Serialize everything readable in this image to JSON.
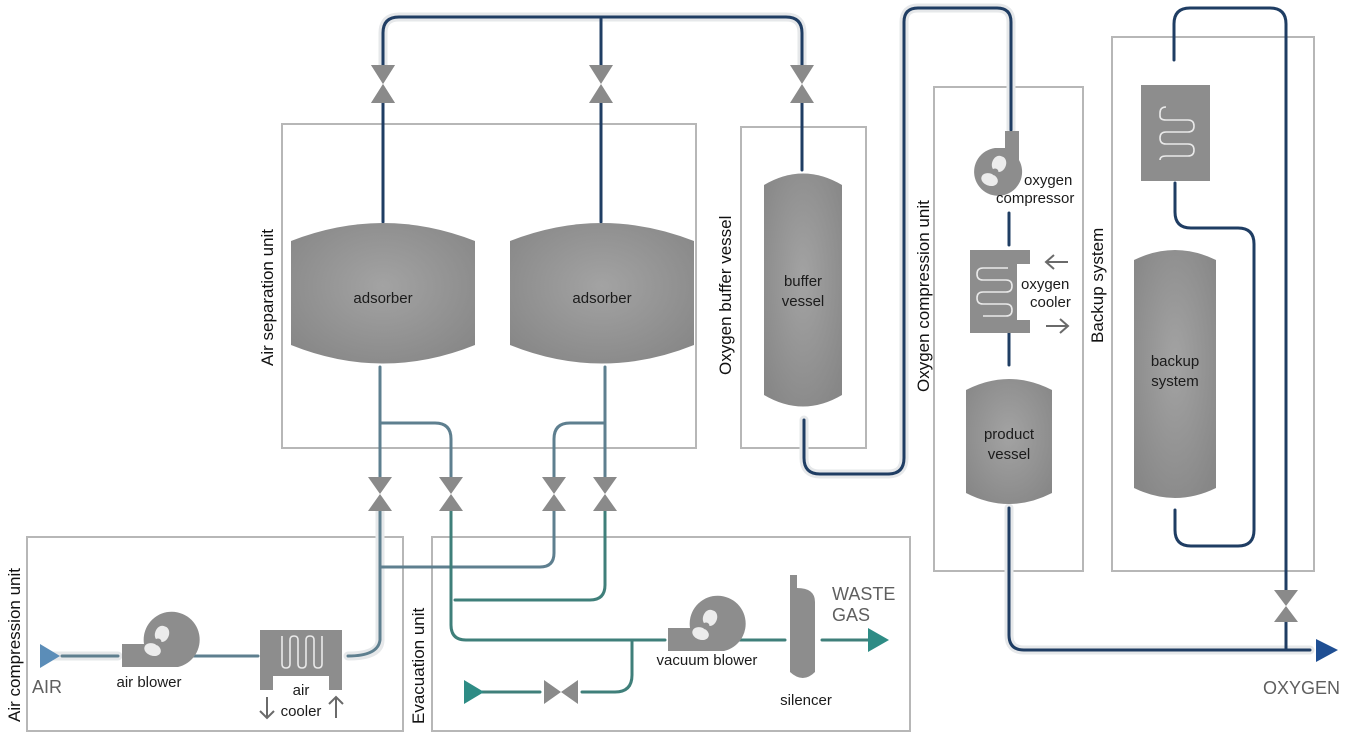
{
  "title": "Oxygen generation plant process flow diagram",
  "colors": {
    "oxygen_line": "#1f3d63",
    "air_line": "#5e7f8f",
    "evacuation_line": "#3f7f7a",
    "equipment": "#8d8d8d",
    "unit_border": "#b7b7b7",
    "air_inlet_arrow": "#5b8db8",
    "waste_arrow": "#2e8c85",
    "oxygen_arrow": "#1f4f93"
  },
  "units": {
    "air_compression": "Air compression unit",
    "air_separation": "Air separation unit",
    "evacuation": "Evacuation unit",
    "oxygen_buffer": "Oxygen buffer vessel",
    "oxygen_compression": "Oxygen compression unit",
    "backup": "Backup system"
  },
  "equipment": {
    "air_blower": "air blower",
    "air_cooler_line1": "air",
    "air_cooler_line2": "cooler",
    "adsorber_1": "adsorber",
    "adsorber_2": "adsorber",
    "buffer_vessel_line1": "buffer",
    "buffer_vessel_line2": "vessel",
    "vacuum_blower": "vacuum blower",
    "silencer": "silencer",
    "oxygen_compressor_line1": "oxygen",
    "oxygen_compressor_line2": "compressor",
    "oxygen_cooler_line1": "oxygen",
    "oxygen_cooler_line2": "cooler",
    "product_vessel_line1": "product",
    "product_vessel_line2": "vessel",
    "backup_system_line1": "backup",
    "backup_system_line2": "system"
  },
  "flows": {
    "air_in": "AIR",
    "waste_gas_line1": "WASTE",
    "waste_gas_line2": "GAS",
    "oxygen_out": "OXYGEN"
  },
  "icons": {
    "blower": "fan-blower-icon",
    "cooler": "heat-exchanger-coil-icon",
    "valve": "gate-valve-icon",
    "flow_direction": "triangle-arrow-icon",
    "coolant_in": "arrow-left-icon",
    "coolant_out": "arrow-right-icon"
  }
}
